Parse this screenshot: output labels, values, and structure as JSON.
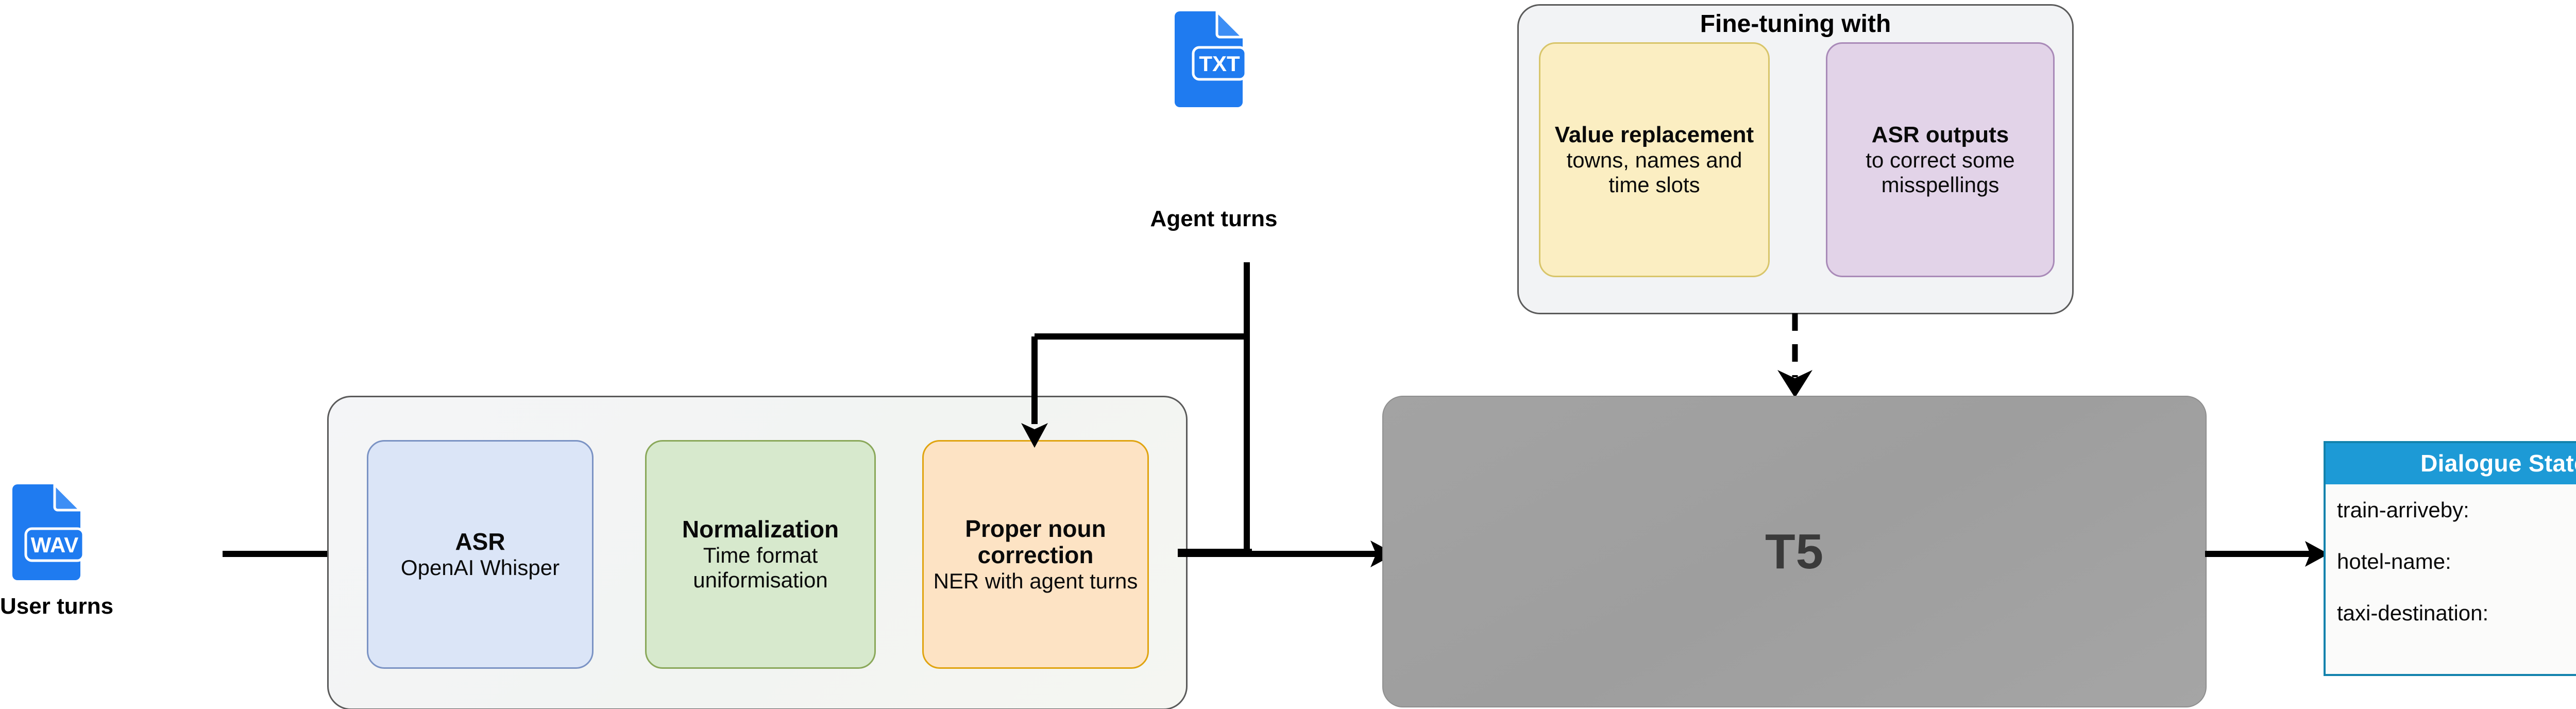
{
  "inputs": {
    "user_turns": {
      "label": "User turns",
      "icon": "wav-file-icon",
      "file_type": "WAV"
    },
    "agent_turns": {
      "label": "Agent turns",
      "icon": "txt-file-icon",
      "file_type": "TXT"
    }
  },
  "pipeline": {
    "stages": [
      {
        "title": "ASR",
        "subtitle": "OpenAI Whisper",
        "fill": "#dbe5f7",
        "stroke": "#7b93c4"
      },
      {
        "title": "Normalization",
        "subtitle": "Time format uniformisation",
        "fill": "#d7e9cd",
        "stroke": "#8aa85a"
      },
      {
        "title": "Proper noun correction",
        "subtitle": "NER with agent turns",
        "fill": "#fde3c4",
        "stroke": "#e0a410"
      }
    ]
  },
  "fine_tuning": {
    "title": "Fine-tuning with",
    "cards": [
      {
        "title": "Value replacement",
        "subtitle": "towns, names and time slots",
        "fill": "#fbeec2",
        "stroke": "#d8c56a"
      },
      {
        "title": "ASR outputs",
        "subtitle": "to correct some misspellings",
        "fill": "#e2d3e8",
        "stroke": "#a98ab8"
      }
    ]
  },
  "model": {
    "label": "T5",
    "fill": "#a0a0a0",
    "text_color": "#3a3a3a"
  },
  "output": {
    "header": "Dialogue State",
    "header_fill": "#1d9ad6",
    "border": "#1383ad",
    "slots": [
      "train-arriveby:",
      "hotel-name:",
      "taxi-destination:"
    ]
  },
  "icon_colors": {
    "file_blue": "#1f7bf0",
    "arrow_black": "#000000"
  }
}
